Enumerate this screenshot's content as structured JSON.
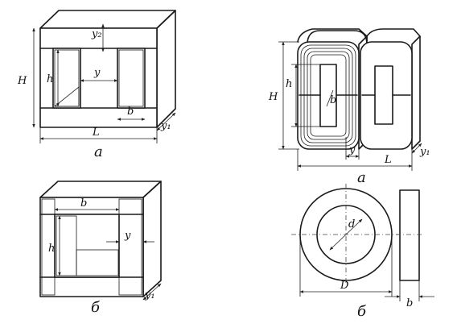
{
  "figure_left": {
    "core_a": {
      "caption": "а",
      "labels": {
        "H": "H",
        "h": "h",
        "y": "y",
        "y2": "y₂",
        "b": "b",
        "L": "L",
        "y1": "y₁"
      }
    },
    "core_b": {
      "caption": "б",
      "labels": {
        "b": "b",
        "h": "h",
        "y": "y",
        "y1": "y₁"
      }
    }
  },
  "figure_right": {
    "core_a": {
      "caption": "а",
      "labels": {
        "H": "H",
        "h": "h",
        "b": "b",
        "y": "y",
        "L": "L",
        "y1": "y₁"
      }
    },
    "core_b": {
      "caption": "б",
      "labels": {
        "d": "d",
        "D": "D",
        "b": "b"
      }
    }
  }
}
